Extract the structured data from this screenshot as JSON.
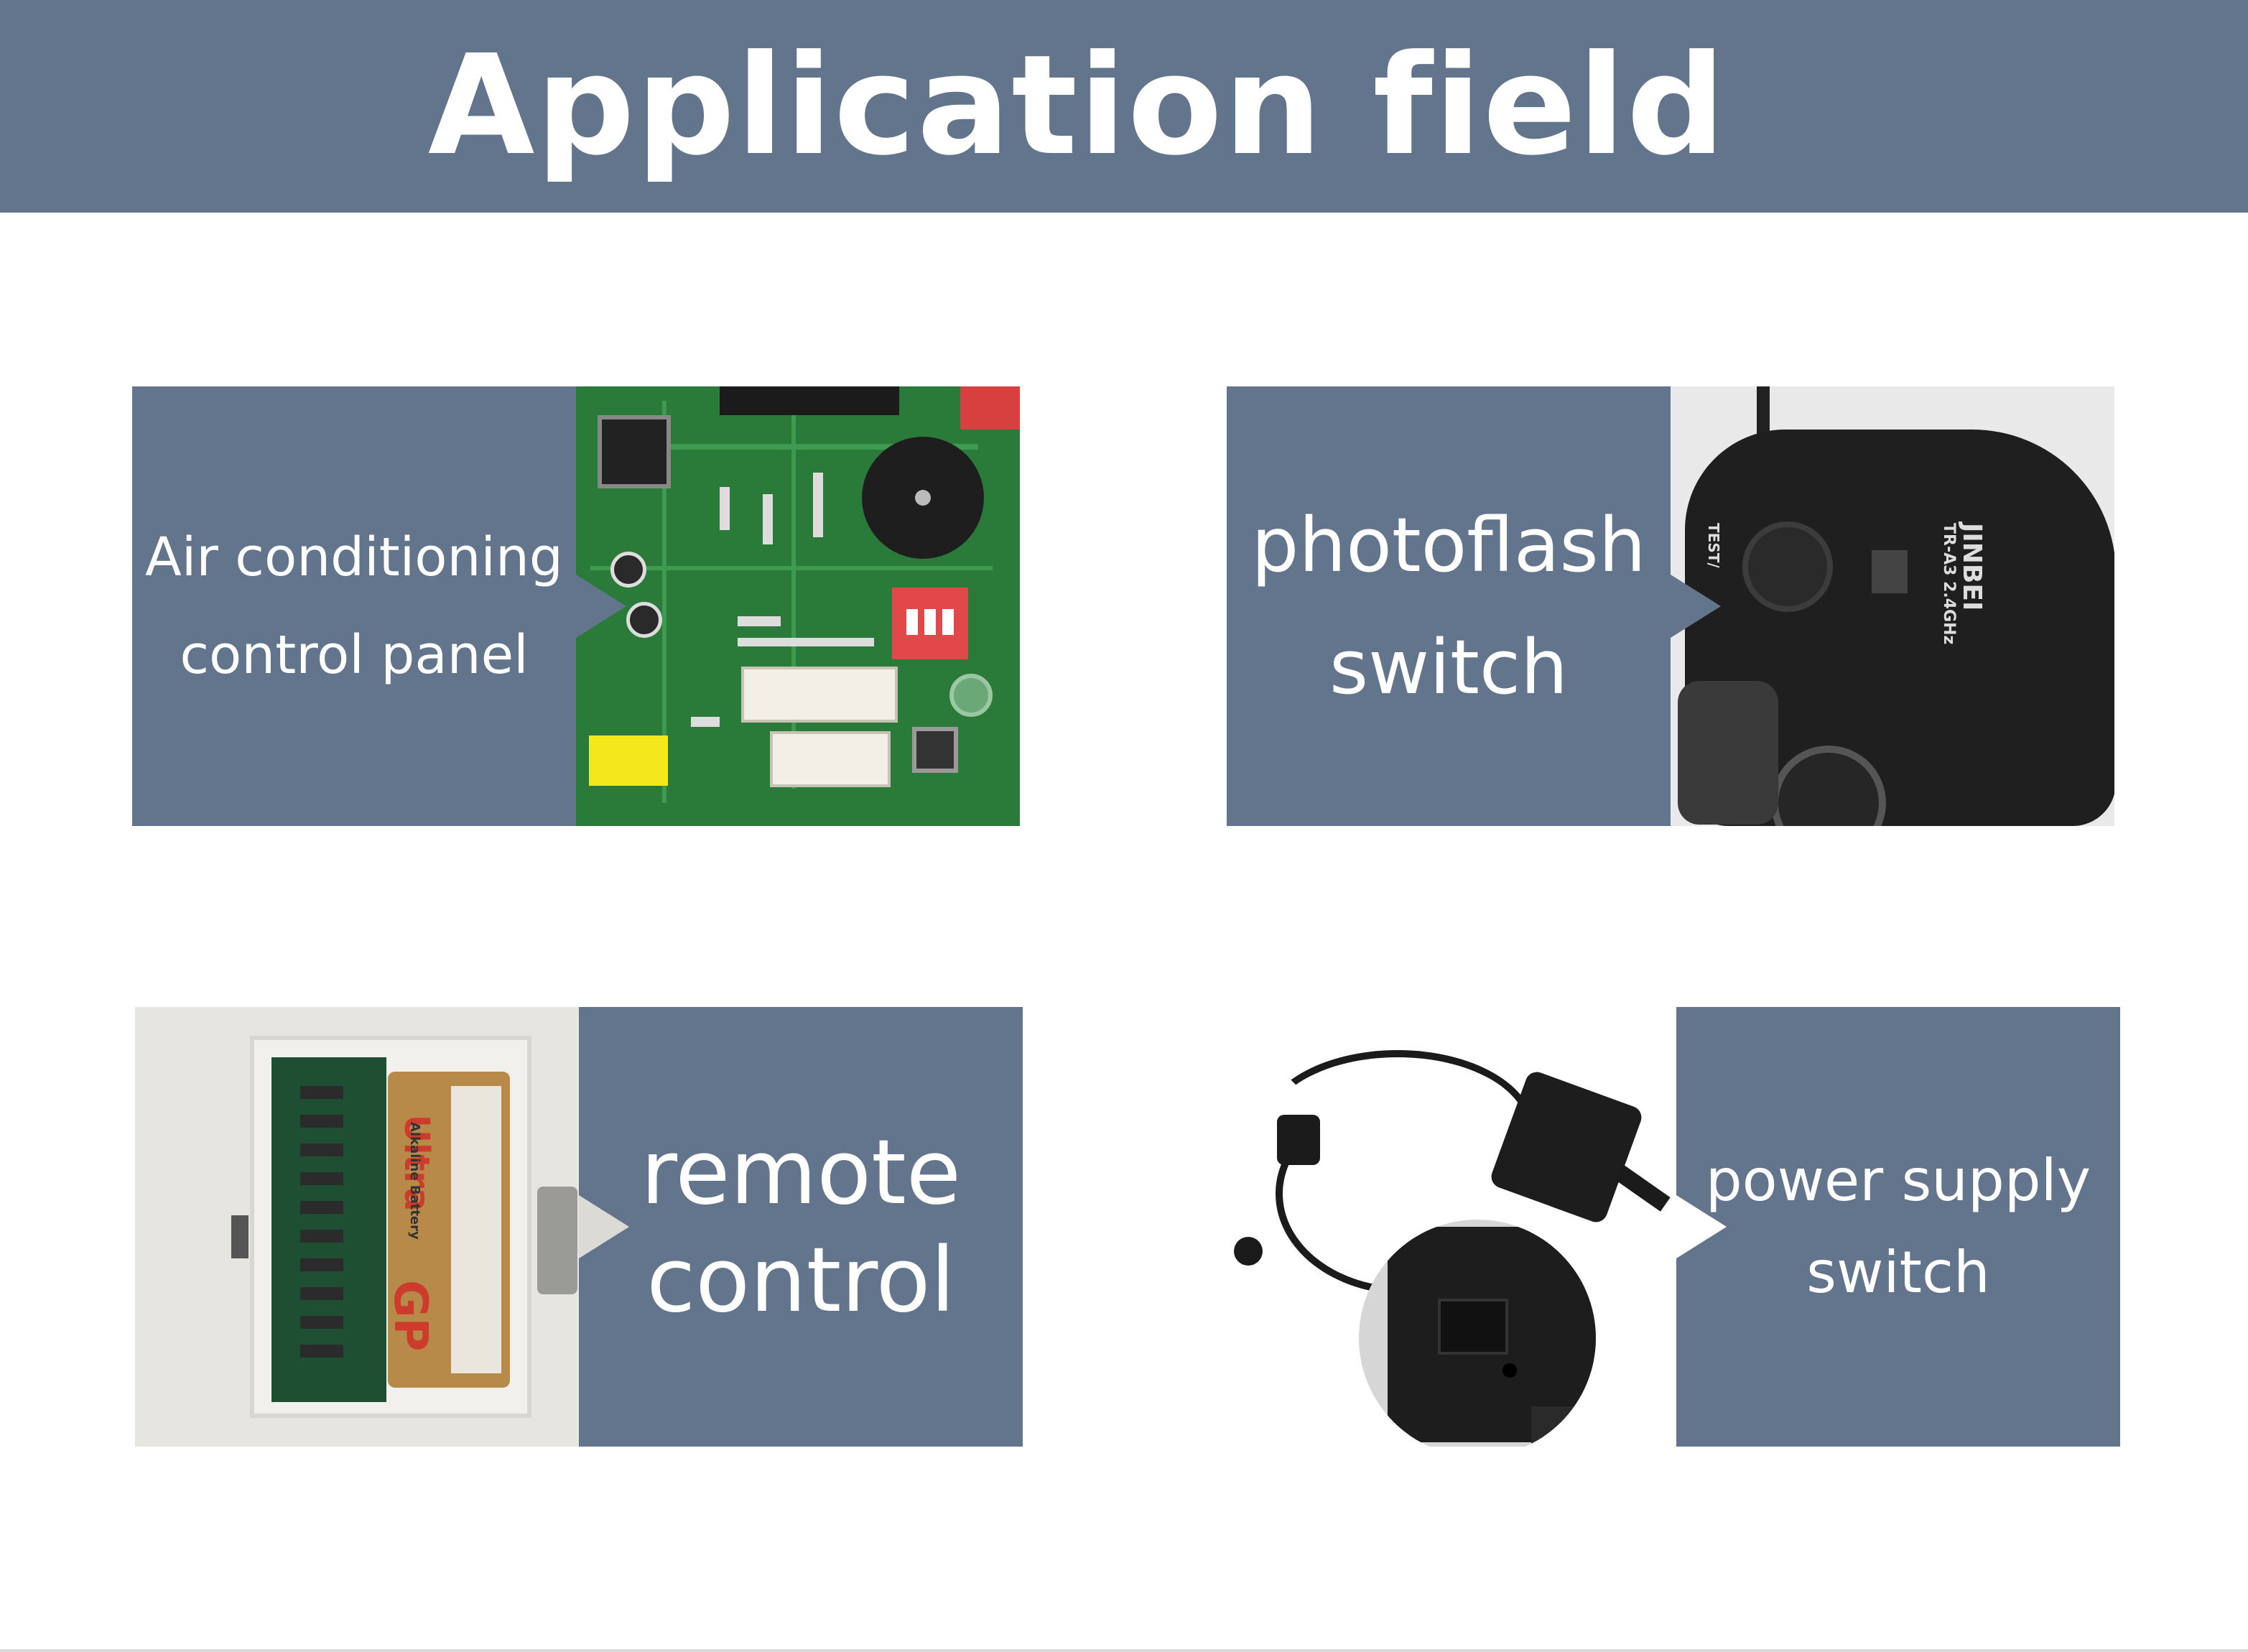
{
  "header": {
    "title": "Application field"
  },
  "cards": [
    {
      "label_lines": [
        "Air conditioning",
        "control panel"
      ],
      "image": "pcb-photo"
    },
    {
      "label_lines": [
        "photoflash",
        "switch"
      ],
      "image": "flash-trigger-photo",
      "photo_text": {
        "brand": "JINBEI",
        "model": "TR-A3 2.4GHz",
        "test": "TEST/"
      }
    },
    {
      "label_lines": [
        "remote",
        "control"
      ],
      "image": "remote-battery-photo",
      "photo_text": {
        "battery_brand": "GP",
        "battery_line": "Ultra",
        "battery_type": "Alkaline Battery"
      }
    },
    {
      "label_lines": [
        "power supply",
        "switch"
      ],
      "image": "power-cable-switch-photo"
    }
  ],
  "colors": {
    "header_bg": "#63758d",
    "panel_bg": "#63758d",
    "text": "#ffffff",
    "page_bg": "#ffffff"
  }
}
